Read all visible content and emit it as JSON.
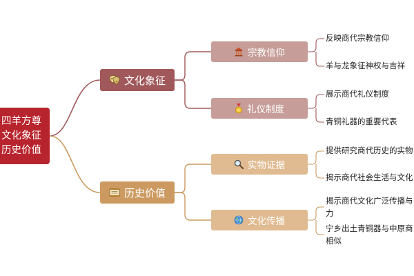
{
  "root": {
    "lines": [
      "四羊方尊",
      "文化象征",
      "历史价值"
    ]
  },
  "branches": {
    "culture": {
      "label": "文化象征",
      "icon": "theater-mask-icon",
      "color": "#a0585b",
      "children": {
        "religion": {
          "label": "宗教信仰",
          "icon": "temple-icon",
          "leaves": [
            "反映商代宗教信仰",
            "羊与龙象征神权与吉祥"
          ]
        },
        "ritual": {
          "label": "礼仪制度",
          "icon": "medal-icon",
          "leaves": [
            "展示商代礼仪制度",
            "青铜礼器的重要代表"
          ]
        }
      }
    },
    "history": {
      "label": "历史价值",
      "icon": "scroll-icon",
      "color": "#cc9a60",
      "children": {
        "evidence": {
          "label": "实物证据",
          "icon": "magnifier-icon",
          "leaves": [
            "提供研究商代历史的实物",
            "揭示商代社会生活与文化"
          ]
        },
        "spread": {
          "label": "文化传播",
          "icon": "globe-icon",
          "leaves": [
            [
              "揭示商代文化广泛传播与",
              "力"
            ],
            [
              "宁乡出土青铜器与中原商",
              "相似"
            ]
          ]
        }
      }
    }
  },
  "colors": {
    "root": "#b8242e",
    "culture_line": "#a0585b",
    "history_line": "#cc9a60"
  }
}
